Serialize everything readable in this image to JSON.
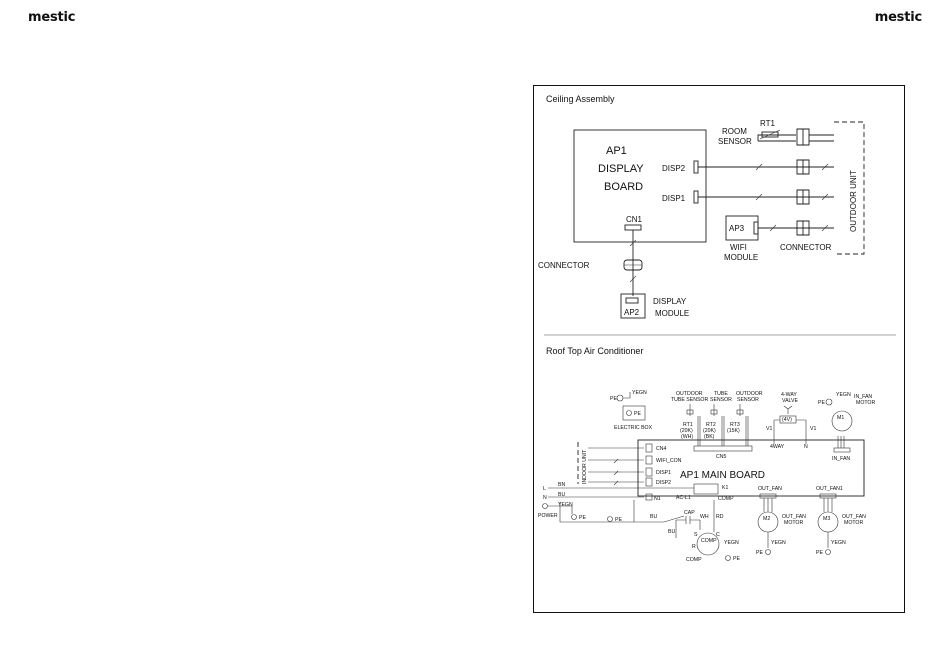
{
  "brand": {
    "left": "mestic",
    "right": "mestic"
  },
  "ceiling": {
    "title": "Ceiling Assembly",
    "ap1_line1": "AP1",
    "ap1_line2": "DISPLAY",
    "ap1_line3": "BOARD",
    "disp2": "DISP2",
    "disp1": "DISP1",
    "cn1": "CN1",
    "rt1": "RT1",
    "room_line1": "ROOM",
    "room_line2": "SENSOR",
    "outdoor_unit": "OUTDOOR UNIT",
    "ap3": "AP3",
    "wifi_line1": "WIFI",
    "wifi_line2": "MODULE",
    "connector_right": "CONNECTOR",
    "connector_left": "CONNECTOR",
    "ap2": "AP2",
    "display_line1": "DISPLAY",
    "display_line2": "MODULE"
  },
  "rooftop": {
    "title": "Roof Top Air Conditioner",
    "pe_top": "PE",
    "yegn_top": "YEGN",
    "pe_box": "PE",
    "electric_box": "ELECTRIC BOX",
    "indoor_unit": "INDOOR UNIT",
    "cn4": "CN4",
    "wifi_con": "WIFI_CON",
    "disp1": "DISP1",
    "disp2": "DISP2",
    "l": "L",
    "n": "N",
    "bn": "BN",
    "bu": "BU",
    "yegn_power": "YEGN",
    "power": "POWER",
    "pe_power": "PE",
    "n1": "N1",
    "k1": "K1",
    "ac_l1": "AC-L1",
    "comp_terminal": "COMP",
    "main_board": "AP1 MAIN BOARD",
    "outdoor_tube": "OUTDOOR",
    "tube_sensor_a": "TUBE SENSOR",
    "tube_top": "TUBE",
    "sensor_b": "SENSOR",
    "outdoor_c": "OUTDOOR",
    "sensor_c": "SENSOR",
    "rt1": "RT1",
    "rt1_val": "(20K)",
    "rt1_code": "(WH)",
    "rt2": "RT2",
    "rt2_val": "(20K)",
    "rt2_code": "(BK)",
    "rt3": "RT3",
    "rt3_val": "(15K)",
    "cn5": "CN5",
    "valve_line1": "4-WAY",
    "valve_line2": "VALVE",
    "valve_code": "(4V)",
    "v1": "V1",
    "four_way": "4WAY",
    "n_term": "N",
    "v1b": "V1",
    "pe_infan": "PE",
    "yegn_infan": "YEGN",
    "in_fan_line1": "IN_FAN",
    "in_fan_line2": "MOTOR",
    "in_fan_term": "IN_FAN",
    "m1": "M1",
    "out_fan": "OUT_FAN",
    "out_fan1": "OUT_FAN1",
    "m2": "M2",
    "m3": "M3",
    "out_fan_motor_1a": "OUT_FAN",
    "out_fan_motor_1b": "MOTOR",
    "out_fan_motor_2a": "OUT_FAN",
    "out_fan_motor_2b": "MOTOR",
    "yegn_m2": "YEGN",
    "yegn_m3": "YEGN",
    "pe_m2": "PE",
    "pe_m3": "PE",
    "bu_a": "BU",
    "bu_b": "BU",
    "cap": "CAP",
    "wh": "WH",
    "rd": "RD",
    "s": "S",
    "c": "C",
    "r": "R",
    "comp": "COMP",
    "yegn_comp": "YEGN",
    "comp_label": "COMP",
    "pe_comp": "PE",
    "pe_bu": "PE"
  }
}
